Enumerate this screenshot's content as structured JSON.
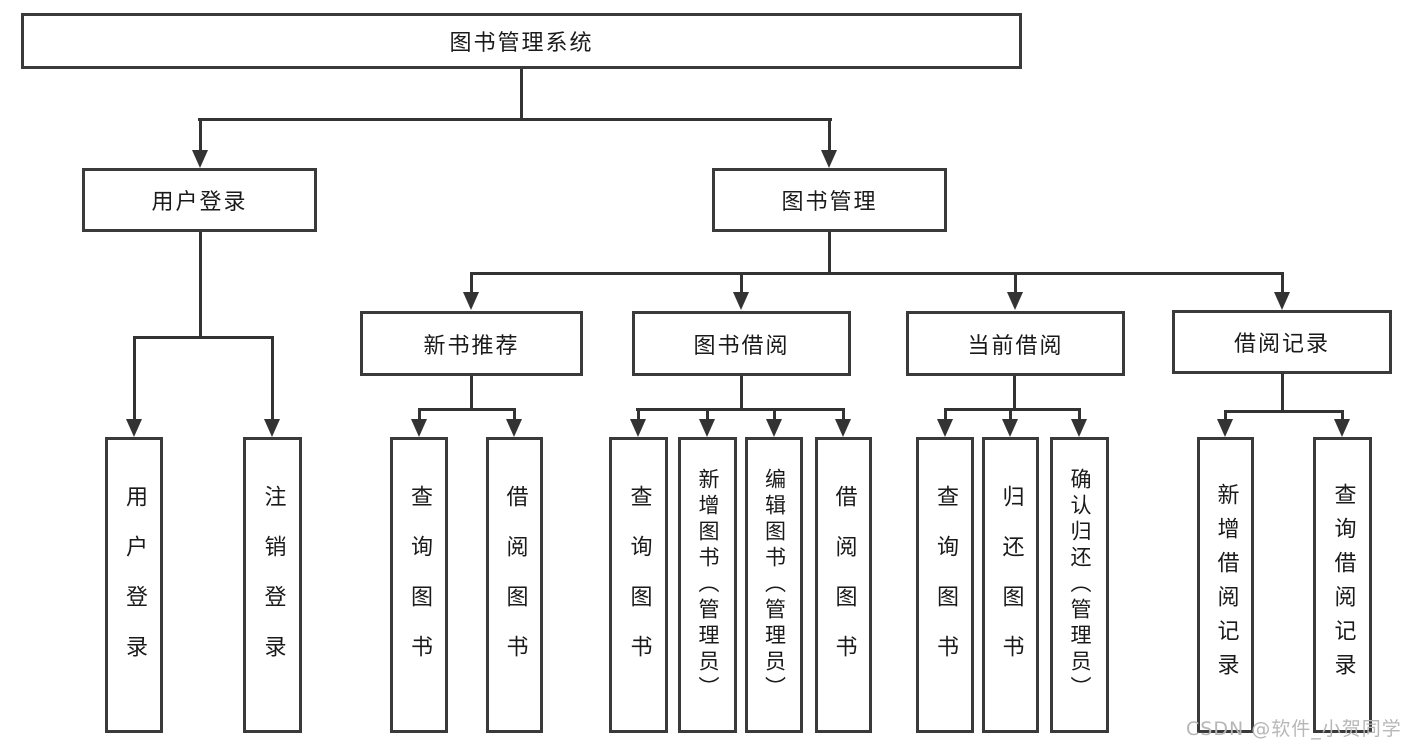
{
  "tree": {
    "root": "图书管理系统",
    "children": [
      {
        "label": "用户登录",
        "children": [
          "用户登录",
          "注销登录"
        ]
      },
      {
        "label": "图书管理",
        "children": [
          {
            "label": "新书推荐",
            "children": [
              "查询图书",
              "借阅图书"
            ]
          },
          {
            "label": "图书借阅",
            "children": [
              "查询图书",
              "新增图书（管理员）",
              "编辑图书（管理员）",
              "借阅图书"
            ]
          },
          {
            "label": "当前借阅",
            "children": [
              "查询图书",
              "归还图书",
              "确认归还（管理员）"
            ]
          },
          {
            "label": "借阅记录",
            "children": [
              "新增借阅记录",
              "查询借阅记录"
            ]
          }
        ]
      }
    ]
  },
  "watermark": {
    "text": "CSDN @软件_小贺同学"
  },
  "colors": {
    "line": "#333333",
    "box_border": "#3a3a3a",
    "text": "#1a1a1a",
    "watermark": "#b7b7b7",
    "background": "#ffffff"
  }
}
